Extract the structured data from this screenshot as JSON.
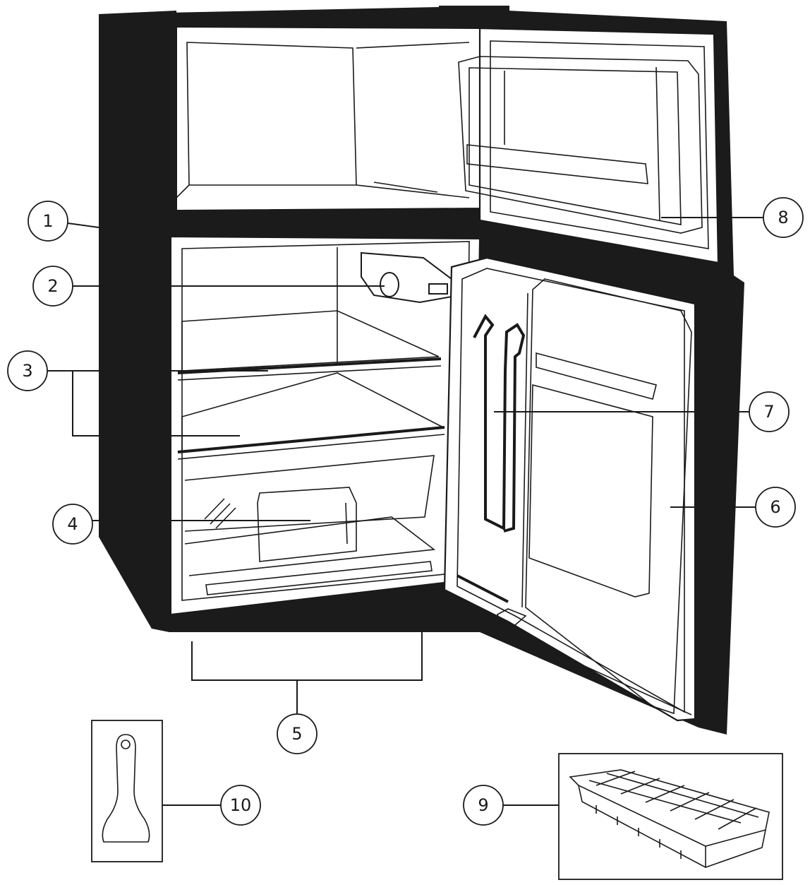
{
  "diagram": {
    "callouts": [
      {
        "id": "callout-1",
        "label": "1"
      },
      {
        "id": "callout-2",
        "label": "2"
      },
      {
        "id": "callout-3",
        "label": "3"
      },
      {
        "id": "callout-4",
        "label": "4"
      },
      {
        "id": "callout-5",
        "label": "5"
      },
      {
        "id": "callout-6",
        "label": "6"
      },
      {
        "id": "callout-7",
        "label": "7"
      },
      {
        "id": "callout-8",
        "label": "8"
      },
      {
        "id": "callout-9",
        "label": "9"
      },
      {
        "id": "callout-10",
        "label": "10"
      }
    ],
    "colors": {
      "ink": "#1a1a1a",
      "cabinet": "#1b1b1b",
      "paper": "#ffffff"
    }
  }
}
